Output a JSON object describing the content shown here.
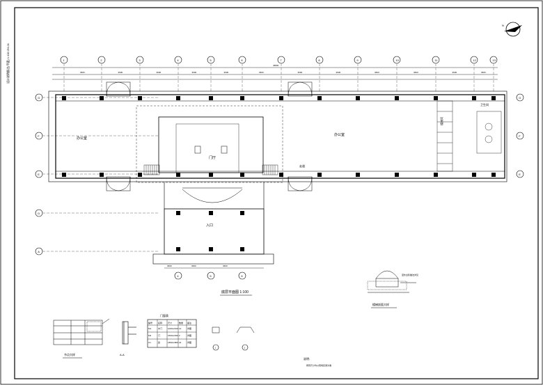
{
  "sheet": {
    "title_block_text": "设计说明备注(平面) 1:100 ZH-01",
    "plan_title": "底层平面图  1:100",
    "section_title": "A-A",
    "detail_title_left": "节点大样",
    "detail_title_right": "楼梯剖面大样",
    "detail_note": "室外台阶做法详见",
    "table_title": "门窗表",
    "notes_title": "说明:",
    "notes_line": "所有尺寸均以现场实测为准",
    "north_label": "N"
  },
  "grid": {
    "columns": [
      "1",
      "2",
      "3",
      "4",
      "5",
      "6",
      "7",
      "8",
      "9",
      "10",
      "11",
      "12",
      "13"
    ],
    "rows": [
      "G",
      "F",
      "E",
      "D",
      "A"
    ],
    "bottom_columns": [
      "4",
      "5",
      "6"
    ]
  },
  "dims": {
    "top_spans": [
      "3600",
      "3600",
      "3600",
      "3600",
      "3600",
      "3600",
      "3600",
      "3600",
      "3600",
      "3600",
      "3600",
      "3600"
    ],
    "overall": "46800",
    "bottom_spans": [
      "3600",
      "3600",
      "3600"
    ]
  },
  "rooms": {
    "hall": "门厅",
    "office_left": "办公室",
    "office_right": "办公室",
    "corridor": "走道",
    "stair": "楼梯间",
    "toilet": "卫生间",
    "entrance": "入口"
  },
  "table": {
    "headers": [
      "编号",
      "名称",
      "尺寸",
      "数量",
      "备注"
    ],
    "rows": [
      [
        "M1",
        "木门",
        "1000x2100",
        "12",
        "详图"
      ],
      [
        "M2",
        "门",
        "1500x2400",
        "2",
        "详图"
      ],
      [
        "C1",
        "窗",
        "1800x1800",
        "24",
        "详图"
      ]
    ]
  },
  "callouts": {
    "c1": "1",
    "c2": "2"
  }
}
